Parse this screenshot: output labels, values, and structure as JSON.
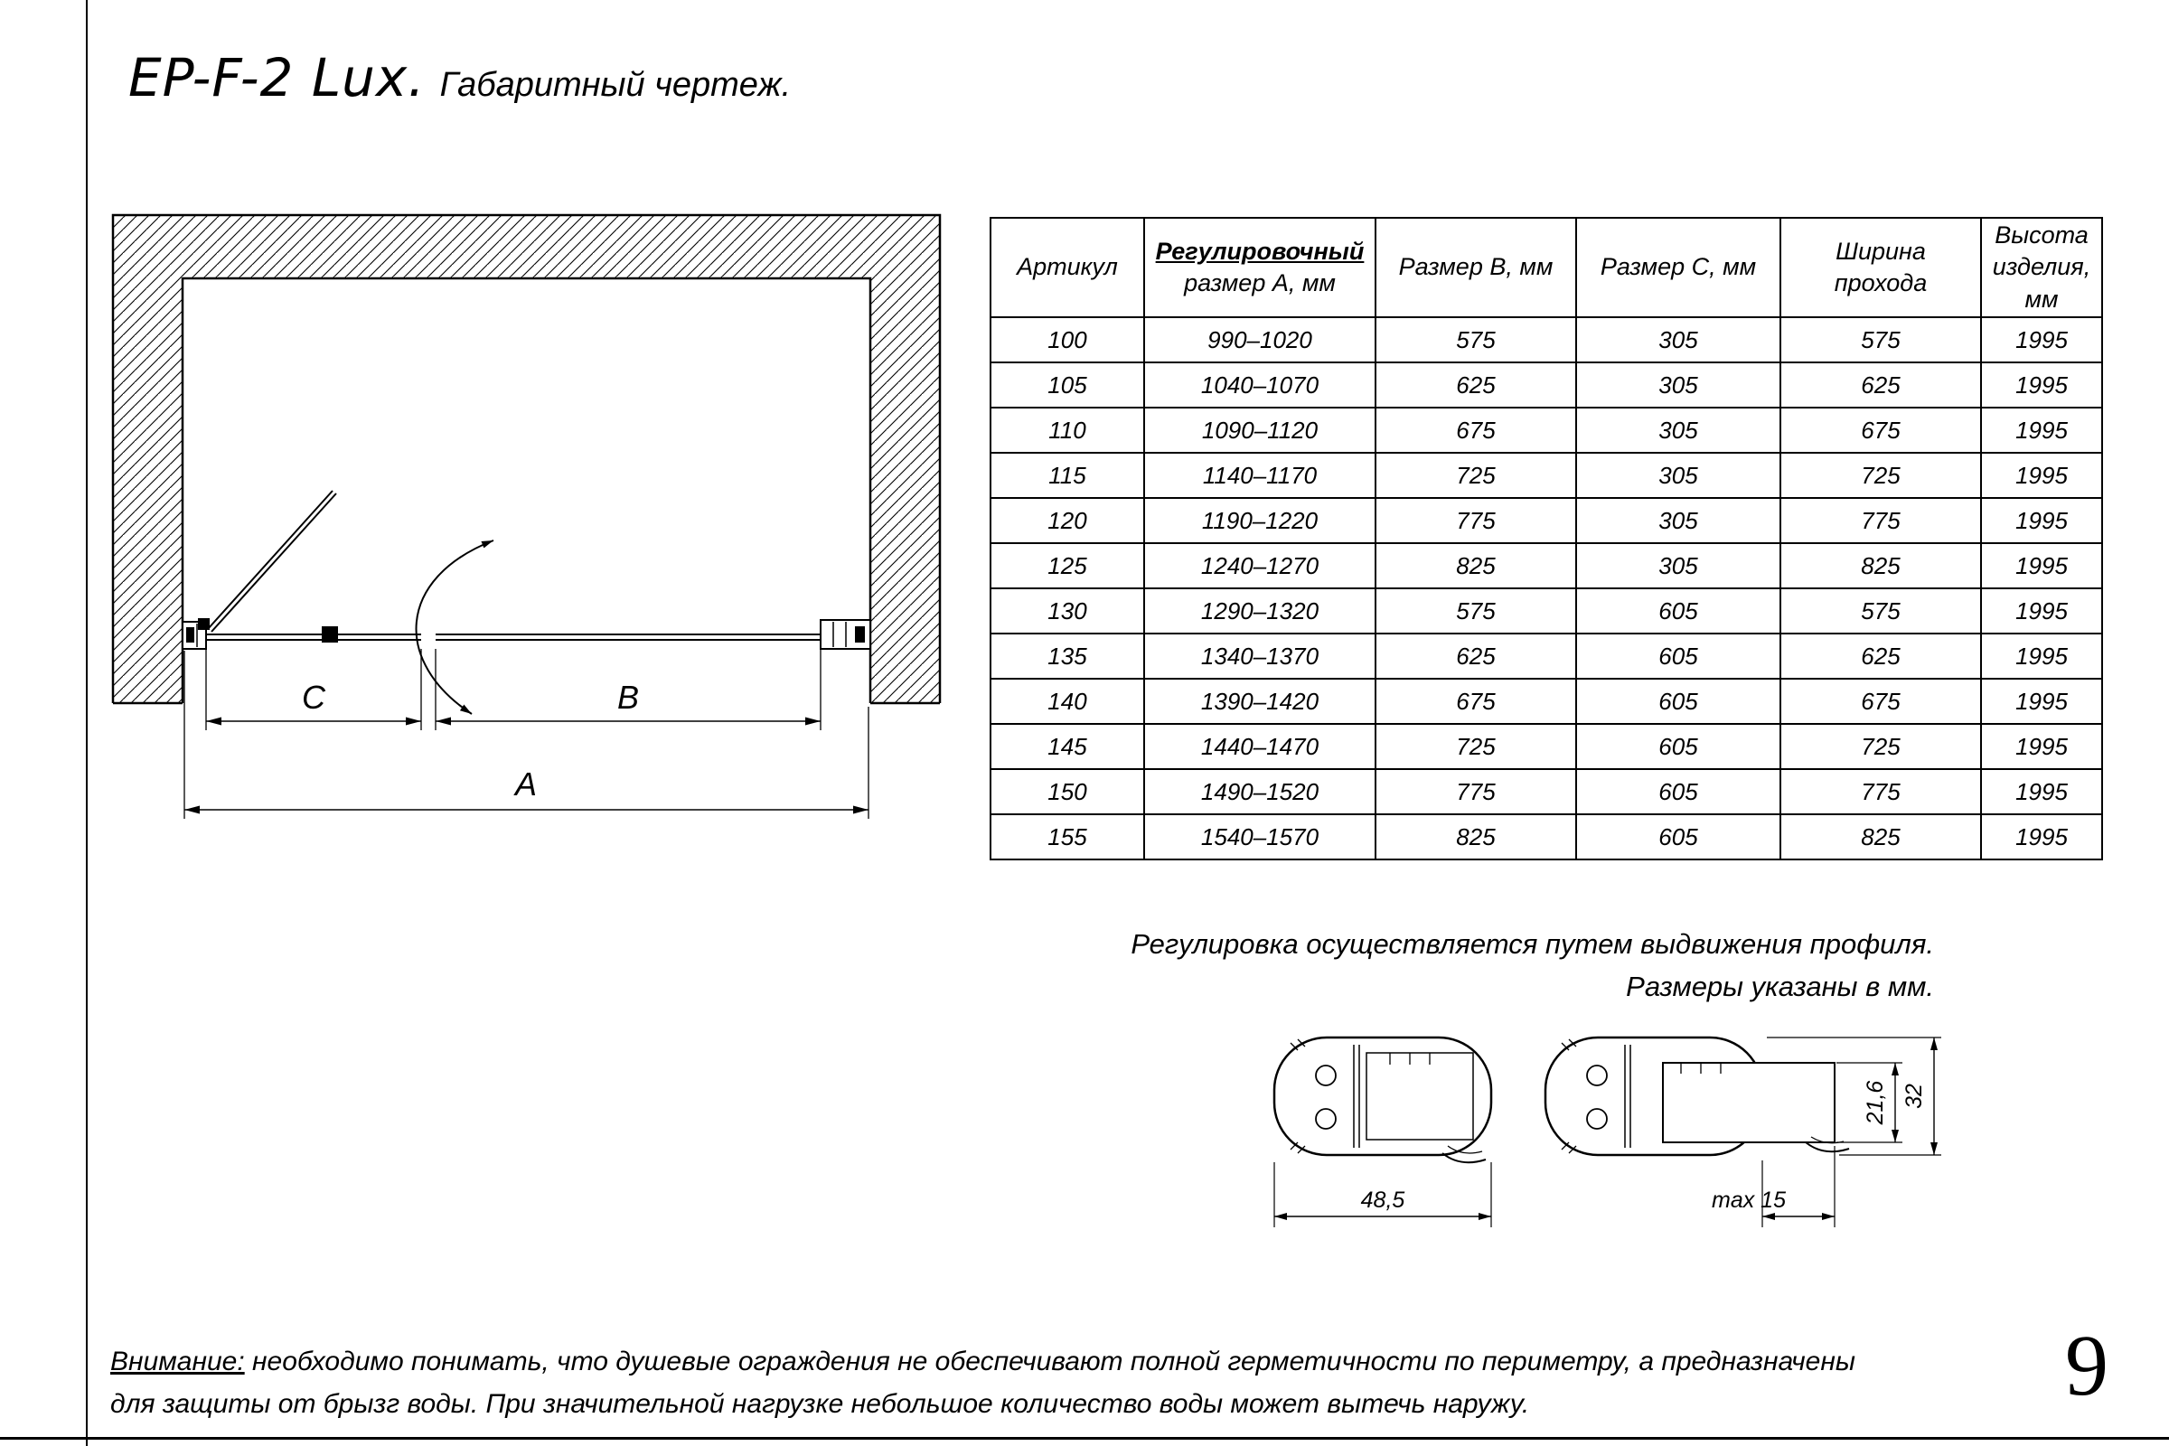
{
  "page": {
    "title_main": "EP-F-2 Lux.",
    "title_sub": "Габаритный чертеж.",
    "page_number": "9"
  },
  "drawing": {
    "dim_a": "A",
    "dim_b": "B",
    "dim_c": "C"
  },
  "table": {
    "headers": {
      "article": "Артикул",
      "adjust_line1": "Регулировочный",
      "adjust_line2": "размер A, мм",
      "size_b": "Размер B, мм",
      "size_c": "Размер C, мм",
      "pass_line1": "Ширина",
      "pass_line2": "прохода",
      "height_line1": "Высота",
      "height_line2": "изделия,",
      "height_line3": "мм"
    },
    "rows": [
      [
        "100",
        "990–1020",
        "575",
        "305",
        "575",
        "1995"
      ],
      [
        "105",
        "1040–1070",
        "625",
        "305",
        "625",
        "1995"
      ],
      [
        "110",
        "1090–1120",
        "675",
        "305",
        "675",
        "1995"
      ],
      [
        "115",
        "1140–1170",
        "725",
        "305",
        "725",
        "1995"
      ],
      [
        "120",
        "1190–1220",
        "775",
        "305",
        "775",
        "1995"
      ],
      [
        "125",
        "1240–1270",
        "825",
        "305",
        "825",
        "1995"
      ],
      [
        "130",
        "1290–1320",
        "575",
        "605",
        "575",
        "1995"
      ],
      [
        "135",
        "1340–1370",
        "625",
        "605",
        "625",
        "1995"
      ],
      [
        "140",
        "1390–1420",
        "675",
        "605",
        "675",
        "1995"
      ],
      [
        "145",
        "1440–1470",
        "725",
        "605",
        "725",
        "1995"
      ],
      [
        "150",
        "1490–1520",
        "775",
        "605",
        "775",
        "1995"
      ],
      [
        "155",
        "1540–1570",
        "825",
        "605",
        "825",
        "1995"
      ]
    ]
  },
  "notes": {
    "line1": "Регулировка осуществляется путем выдвижения профиля.",
    "line2": "Размеры указаны в мм."
  },
  "profiles": {
    "dim_width_left": "48,5",
    "dim_width_right": "max 15",
    "dim_height_inner": "21,6",
    "dim_height_outer": "32"
  },
  "warning": {
    "label": "Внимание:",
    "text1": " необходимо понимать, что душевые ограждения не обеспечивают полной герметичности по периметру, а предназначены",
    "text2": "для защиты от брызг воды. При значительной нагрузке небольшое количество воды может вытечь наружу."
  }
}
